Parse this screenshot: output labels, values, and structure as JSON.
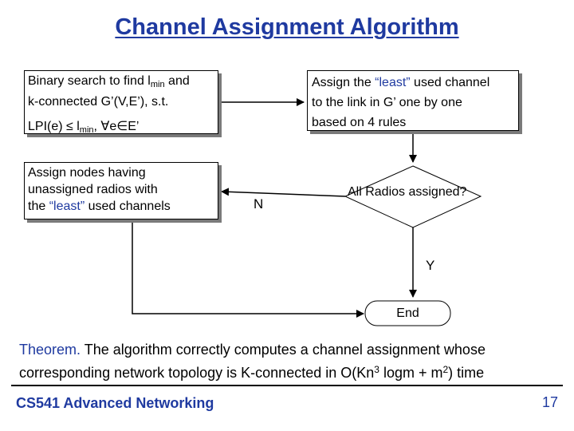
{
  "slide": {
    "title": "Channel Assignment Algorithm",
    "footer": "CS541 Advanced Networking",
    "page_number": "17"
  },
  "box_binary_search": {
    "line1_pre": "Binary search to find l",
    "line1_sub": "min",
    "line1_post": " and",
    "line2": "k-connected G’(V,E’), s.t.",
    "line3_pre": "LPI(e) ≤ l",
    "line3_sub": "min",
    "line3_post": ", ∀e∈E’"
  },
  "box_assign_channel": {
    "line1_pre": "Assign the ",
    "line1_least": "“least”",
    "line1_post": " used channel",
    "line2": "to the link in G’ one by one",
    "line3": "based on 4 rules"
  },
  "box_assign_nodes": {
    "line1": "Assign nodes having",
    "line2": "unassigned radios with",
    "line3_pre": "the ",
    "line3_least": "“least”",
    "line3_post": " used channels"
  },
  "decision": {
    "text": "All Radios assigned?",
    "no_label": "N",
    "yes_label": "Y"
  },
  "terminal": {
    "text": "End"
  },
  "theorem": {
    "label": "Theorem.",
    "line1": " The algorithm correctly computes a channel assignment whose",
    "line2_pre": "corresponding network topology is K-connected in O(Kn",
    "line2_sup1": "3",
    "line2_mid": " logm + m",
    "line2_sup2": "2",
    "line2_post": ") time"
  },
  "colors": {
    "accent": "#1f3aa0",
    "shadow": "#7a7a7a"
  }
}
